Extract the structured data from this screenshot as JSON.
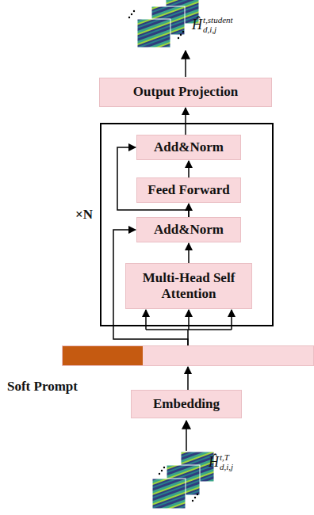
{
  "diagram": {
    "nodes": [
      {
        "text": [
          "Output Projection"
        ]
      },
      {
        "text": [
          "×N"
        ]
      },
      {
        "text": [
          "Add&Norm"
        ],
        "in": 1
      },
      {
        "text": [
          "Feed Forward"
        ],
        "in": 1
      },
      {
        "text": [
          "Add&Norm"
        ],
        "in": 1
      },
      {
        "text": [
          "Multi-Head Self Attention"
        ],
        "in": 1
      },
      {
        "text": [
          "Soft Prompt"
        ]
      },
      {
        "text": [
          "Embedding"
        ]
      }
    ],
    "edges": [
      {
        "from": 2,
        "to": 0,
        "arrow": "to"
      },
      {
        "from": 3,
        "to": 2,
        "arrow": "to"
      },
      {
        "from": 4,
        "to": 3,
        "arrow": "to"
      },
      {
        "from": 4,
        "to": 2,
        "arrow": "to"
      },
      {
        "from": 5,
        "to": 4,
        "arrow": "to"
      },
      {
        "from": 6,
        "to": 5,
        "arrow": "to"
      },
      {
        "from": 6,
        "to": 4,
        "arrow": "to"
      },
      {
        "from": 7,
        "to": 6,
        "arrow": "to"
      }
    ],
    "labels": [
      "Ĥ",
      "t,student",
      "d,i,j",
      "Ĥ",
      "t,T",
      "d,i,j"
    ]
  }
}
